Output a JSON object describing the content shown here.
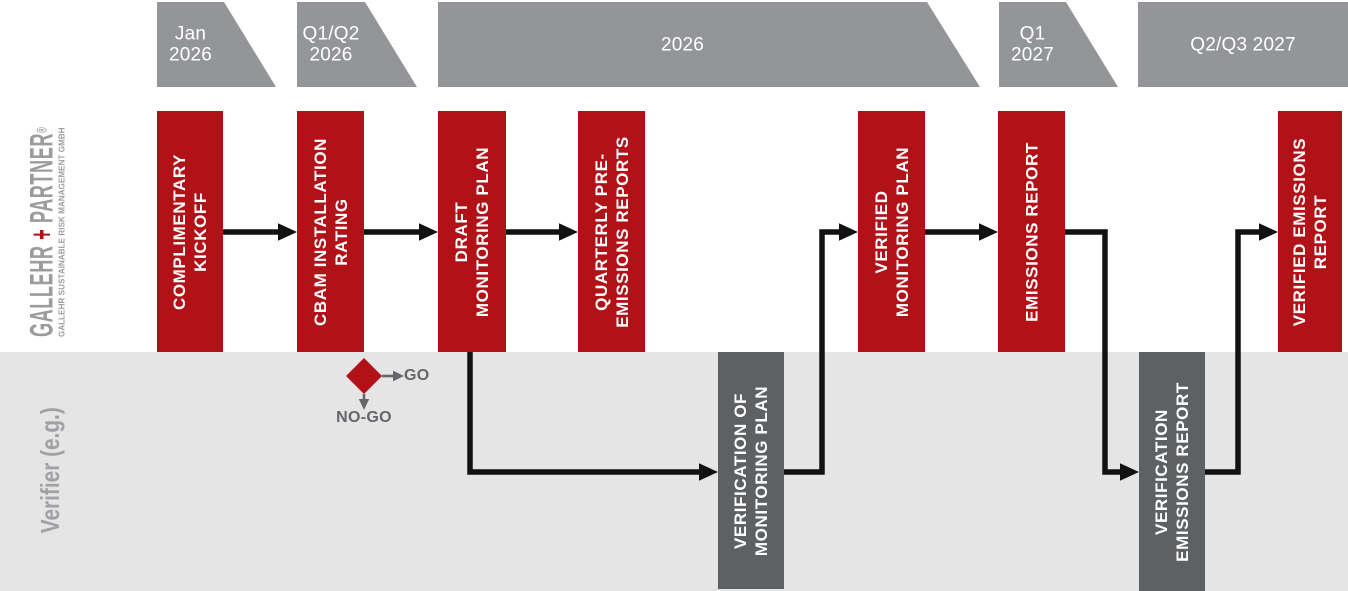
{
  "colors": {
    "accent_red": "#B11218",
    "tab_gray": "#939598",
    "dark_gray": "#5E6163",
    "band_gray": "#E5E5E6",
    "line_black": "#121212",
    "muted_gray": "#64666A",
    "logo_gray": "#9C9C9E",
    "text_white": "#FFFFFF"
  },
  "logo": {
    "brand_first": "GALLEHR",
    "brand_plus": "+",
    "brand_second": "PARTNER",
    "registered": "®",
    "subtitle": "GALLEHR SUSTAINABLE RISK MANAGEMENT GMBH"
  },
  "lanes": {
    "verifier": "Verifier (e.g.)"
  },
  "timeline_tabs": [
    {
      "id": "jan-2026",
      "label": "Jan\n2026"
    },
    {
      "id": "q1q2-2026",
      "label": "Q1/Q2\n2026"
    },
    {
      "id": "2026",
      "label": "2026"
    },
    {
      "id": "q1-2027",
      "label": "Q1\n2027"
    },
    {
      "id": "q2q3-2027",
      "label": "Q2/Q3 2027"
    }
  ],
  "process_steps": [
    {
      "id": "complimentary-kickoff",
      "label": "COMPLIMENTARY\nKICKOFF"
    },
    {
      "id": "cbam-installation-rating",
      "label": "CBAM INSTALLATION\nRATING"
    },
    {
      "id": "draft-monitoring-plan",
      "label": "DRAFT\nMONITORING PLAN"
    },
    {
      "id": "quarterly-pre-emissions-reports",
      "label": "QUARTERLY PRE-\nEMISSIONS REPORTS"
    },
    {
      "id": "verified-monitoring-plan",
      "label": "VERIFIED\nMONITORING PLAN"
    },
    {
      "id": "emissions-report",
      "label": "EMISSIONS REPORT"
    },
    {
      "id": "verified-emissions-report",
      "label": "VERIFIED EMISSIONS\nREPORT"
    }
  ],
  "verifier_steps": [
    {
      "id": "verification-of-monitoring-plan",
      "label": "VERIFICATION OF\nMONITORING PLAN"
    },
    {
      "id": "verification-emissions-report",
      "label": "VERIFICATION\nEMISSIONS REPORT"
    }
  ],
  "decision": {
    "go": "GO",
    "no_go": "NO-GO"
  }
}
